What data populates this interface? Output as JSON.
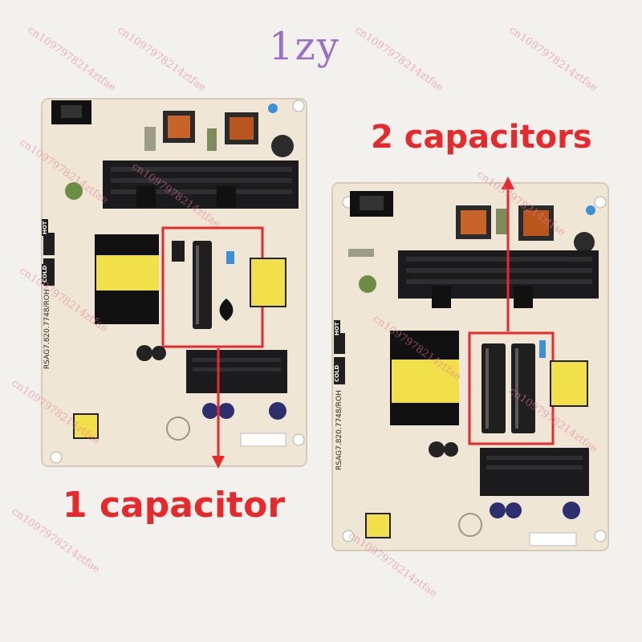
{
  "watermark_logo": "1zy",
  "watermark_repeat": "cn1097978214ztfae",
  "captions": {
    "left": "1 capacitor",
    "right": "2 capacitors"
  },
  "board_labels": {
    "hot": "HOT",
    "cold": "COLD",
    "model": "RSAG7.820.7748/ROH"
  },
  "colors": {
    "highlight": "#e8292c",
    "caption": "#e8292c",
    "board": "#efe6d6",
    "heatsink": "#1b1b1d",
    "transformer": "#f2e04a"
  }
}
